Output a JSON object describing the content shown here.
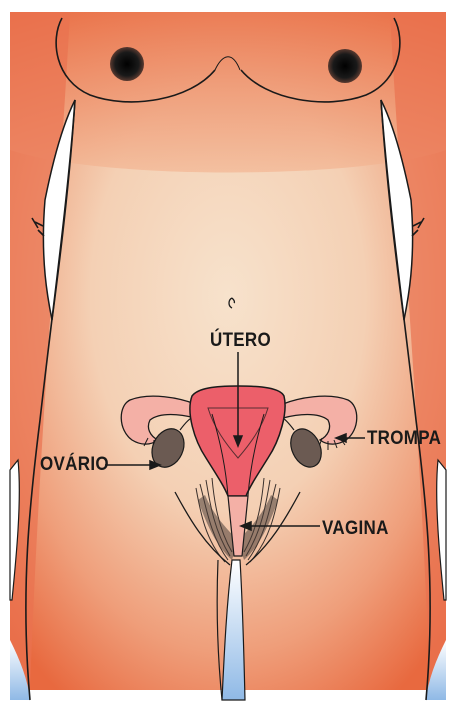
{
  "labels": {
    "utero": "ÚTERO",
    "trompa": "TROMPA",
    "ovario": "OVÁRIO",
    "vagina": "VAGINA"
  },
  "colors": {
    "skin_light": "#f6dcc4",
    "skin_warm": "#ef9e7a",
    "skin_edge": "#e86a45",
    "uterus": "#ec5f6a",
    "tube": "#f4b0a6",
    "ovary": "#6b5a52",
    "outline": "#1a1a1a",
    "sky": "#9fc4e8"
  }
}
